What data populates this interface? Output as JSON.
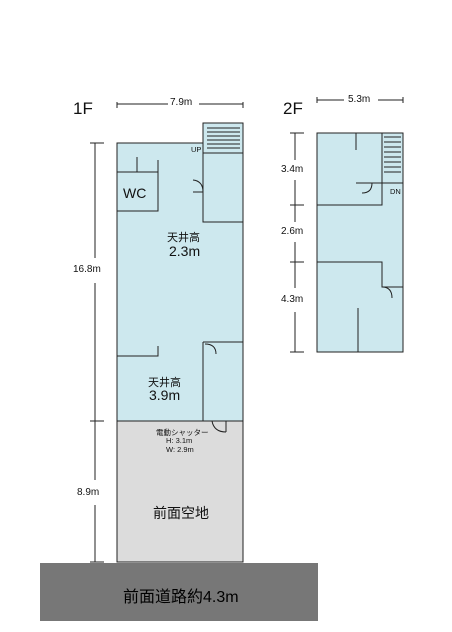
{
  "floors": {
    "first": {
      "label": "1F",
      "width_dim": "7.9m",
      "depth_building": "16.8m",
      "depth_front": "8.9m",
      "wc": "WC",
      "up": "UP",
      "ceiling_label": "天井高",
      "ceiling_main": "2.3m",
      "ceiling_front": "3.9m",
      "shutter": "電動シャッター",
      "shutter_h": "H: 3.1m",
      "shutter_w": "W: 2.9m",
      "front_space": "前面空地"
    },
    "second": {
      "label": "2F",
      "width_dim": "5.3m",
      "dim_1": "3.4m",
      "dim_2": "2.6m",
      "dim_3": "4.3m",
      "dn": "DN"
    }
  },
  "road": "前面道路約4.3m",
  "colors": {
    "room_fill": "#cde8ee",
    "front_fill": "#dcdcdc",
    "road_fill": "#777777",
    "line": "#222222"
  }
}
